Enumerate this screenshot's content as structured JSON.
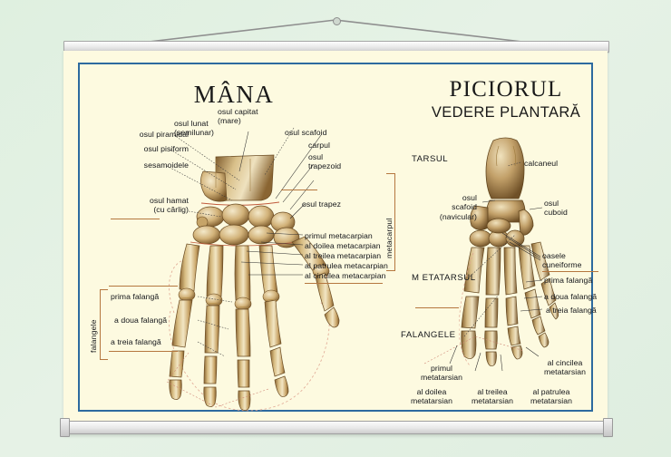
{
  "poster": {
    "hand": {
      "title": "MÂNA",
      "labels": {
        "piramidal": "osul piramidal",
        "lunat": "osul lunat\n(semilunar)",
        "capitat": "osul capitat\n(mare)",
        "scafoid": "osul scafoid",
        "carpul": "carpul",
        "trapezoid": "osul\ntrapezoid",
        "trapez": "osul trapez",
        "pisiform": "osul pisiform",
        "sesamoidele": "sesamoidele",
        "hamat": "osul hamat\n(cu cârlig)",
        "metacarpul": "metacarpul",
        "falangele": "falangele"
      },
      "metacarpians": [
        "primul metacarpian",
        "al doilea metacarpian",
        "al treilea metacarpian",
        "al patrulea metacarpian",
        "al cincilea metacarpian"
      ],
      "phalanges": [
        "prima falangă",
        "a doua falangă",
        "a treia falangă"
      ]
    },
    "foot": {
      "title": "PICIORUL",
      "subtitle": "VEDERE PLANTARĂ",
      "labels": {
        "tarsul": "TARSUL",
        "calcaneul": "calcaneul",
        "scafoid": "osul\nscafoid\n(navicular)",
        "cuboid": "osul\ncuboid",
        "cuneiforme": "oasele\ncuneiforme",
        "metatarsul": "M ETATARSUL",
        "falangele": "FALANGELE"
      },
      "phalanges": [
        "prima falangă",
        "a doua falangă",
        "a treia falangă"
      ],
      "metatarsians": [
        "primul\nmetatarsian",
        "al doilea\nmetatarsian",
        "al treilea\nmetatarsian",
        "al patrulea\nmetatarsian",
        "al cincilea\nmetatarsian"
      ]
    }
  },
  "colors": {
    "background": "#dff0e0",
    "sheet": "#fdfae0",
    "frame": "#2d6a9f",
    "bone_light": "#efe0bb",
    "bone_mid": "#c9a568",
    "bone_dark": "#8a6532",
    "rule": "#b5773f"
  }
}
